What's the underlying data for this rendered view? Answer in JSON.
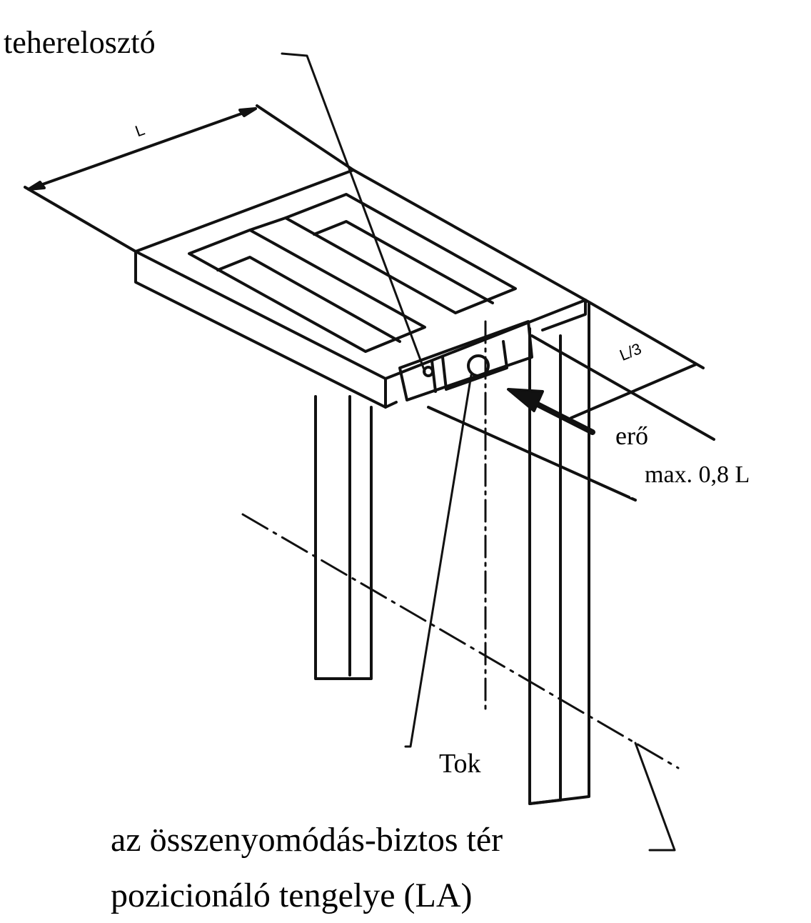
{
  "labels": {
    "load_distributor": "teherelosztó",
    "dim_length": "L",
    "dim_third": "L/3",
    "force": "erő",
    "max_distance": "max. 0,8 L",
    "housing": "Tok",
    "axis_line1": "az összenyomódás-biztos tér",
    "axis_line2": "pozicionáló tengelye (LA)"
  }
}
